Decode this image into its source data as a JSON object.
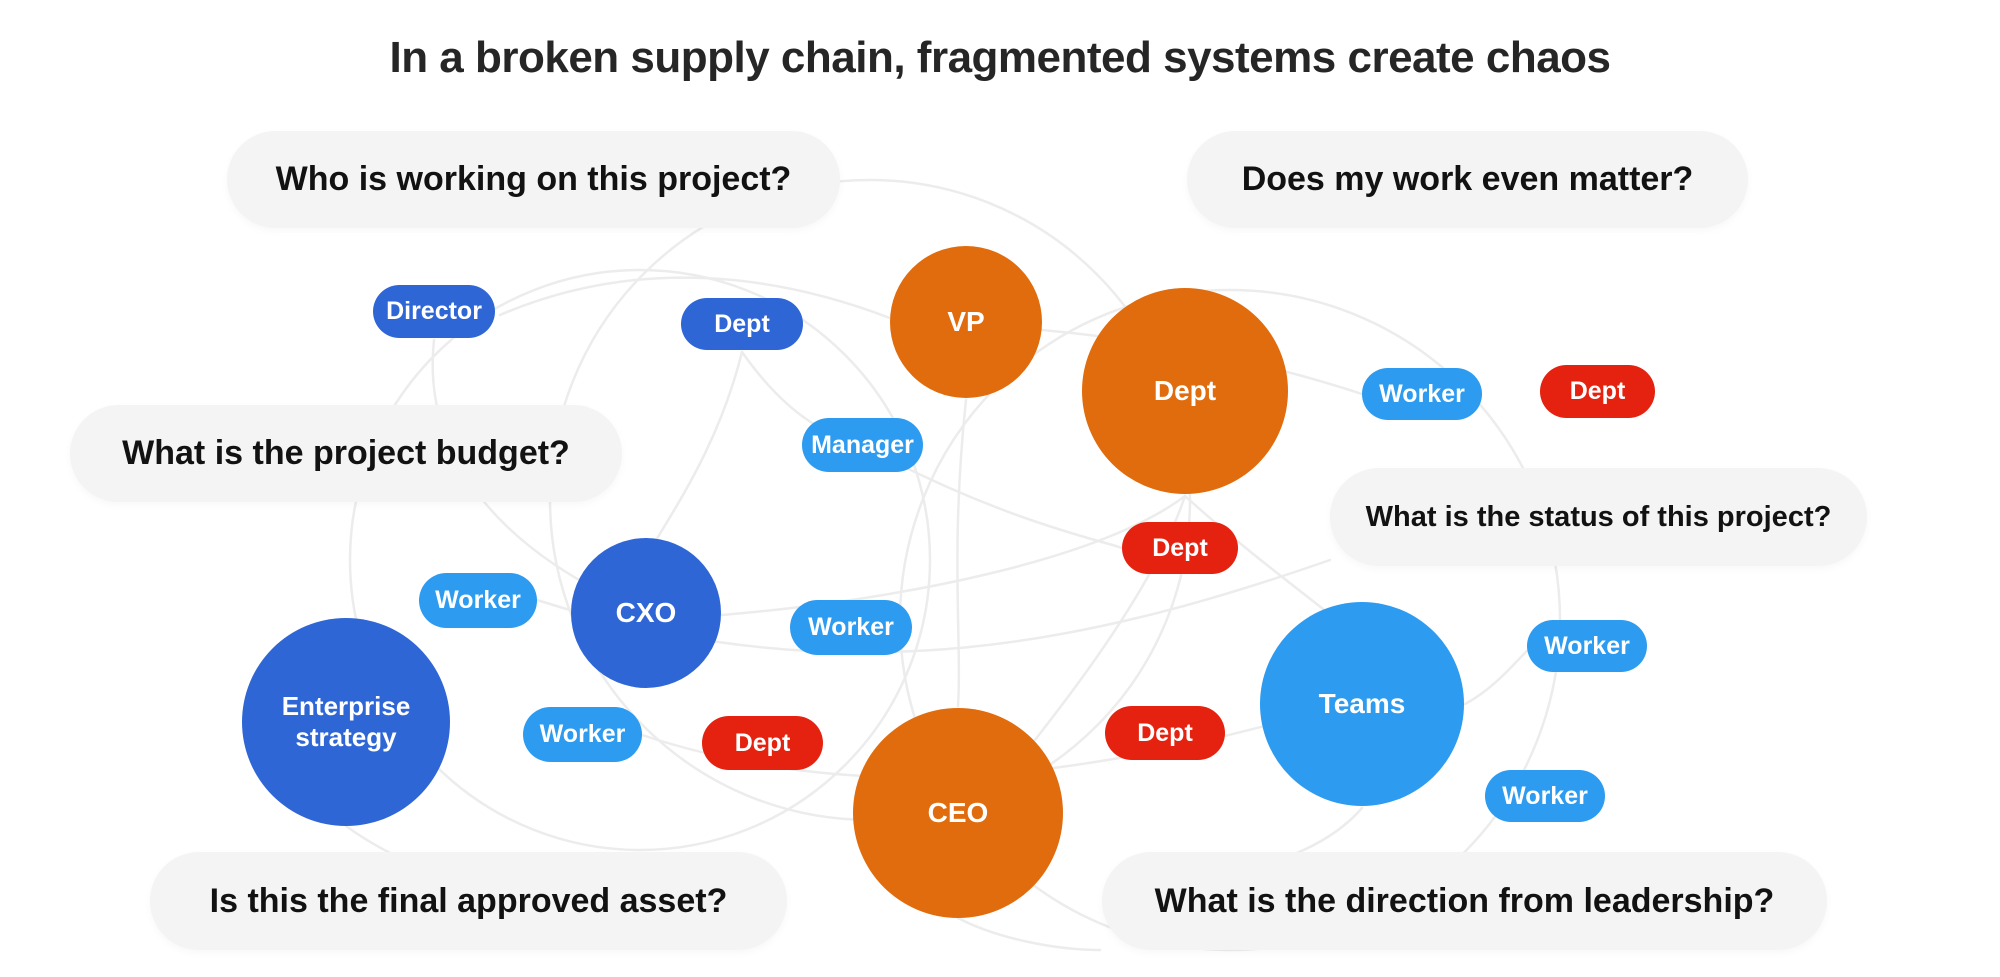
{
  "title": "In a broken supply chain, fragmented systems create chaos",
  "colors": {
    "royal_blue": "#2f66d6",
    "bright_blue": "#2d9bf0",
    "orange": "#e06c0d",
    "red": "#e5220f",
    "bubble_background": "#f4f4f4",
    "bubble_text": "#121212",
    "title_text": "#262626",
    "connector_line": "#ececec"
  },
  "questions": [
    {
      "label": "Who is working on this project?"
    },
    {
      "label": "Does my work even matter?"
    },
    {
      "label": "What is the project budget?"
    },
    {
      "label": "What is the status of this project?"
    },
    {
      "label": "Is this the final approved asset?"
    },
    {
      "label": "What is the direction from leadership?"
    }
  ],
  "circles": [
    {
      "label": "VP",
      "color": "orange"
    },
    {
      "label": "Dept",
      "color": "orange"
    },
    {
      "label": "CEO",
      "color": "orange"
    },
    {
      "label": "CXO",
      "color": "royal_blue"
    },
    {
      "label": "Enterprise strategy",
      "label_line1": "Enterprise",
      "label_line2": "strategy",
      "color": "royal_blue"
    },
    {
      "label": "Teams",
      "color": "bright_blue"
    }
  ],
  "pills": [
    {
      "label": "Director",
      "color": "royal_blue"
    },
    {
      "label": "Dept",
      "color": "royal_blue"
    },
    {
      "label": "Manager",
      "color": "bright_blue"
    },
    {
      "label": "Worker",
      "color": "bright_blue"
    },
    {
      "label": "Worker",
      "color": "bright_blue"
    },
    {
      "label": "Worker",
      "color": "bright_blue"
    },
    {
      "label": "Worker",
      "color": "bright_blue"
    },
    {
      "label": "Worker",
      "color": "bright_blue"
    },
    {
      "label": "Worker",
      "color": "bright_blue"
    },
    {
      "label": "Dept",
      "color": "red"
    },
    {
      "label": "Dept",
      "color": "red"
    },
    {
      "label": "Dept",
      "color": "red"
    },
    {
      "label": "Dept",
      "color": "red"
    }
  ]
}
